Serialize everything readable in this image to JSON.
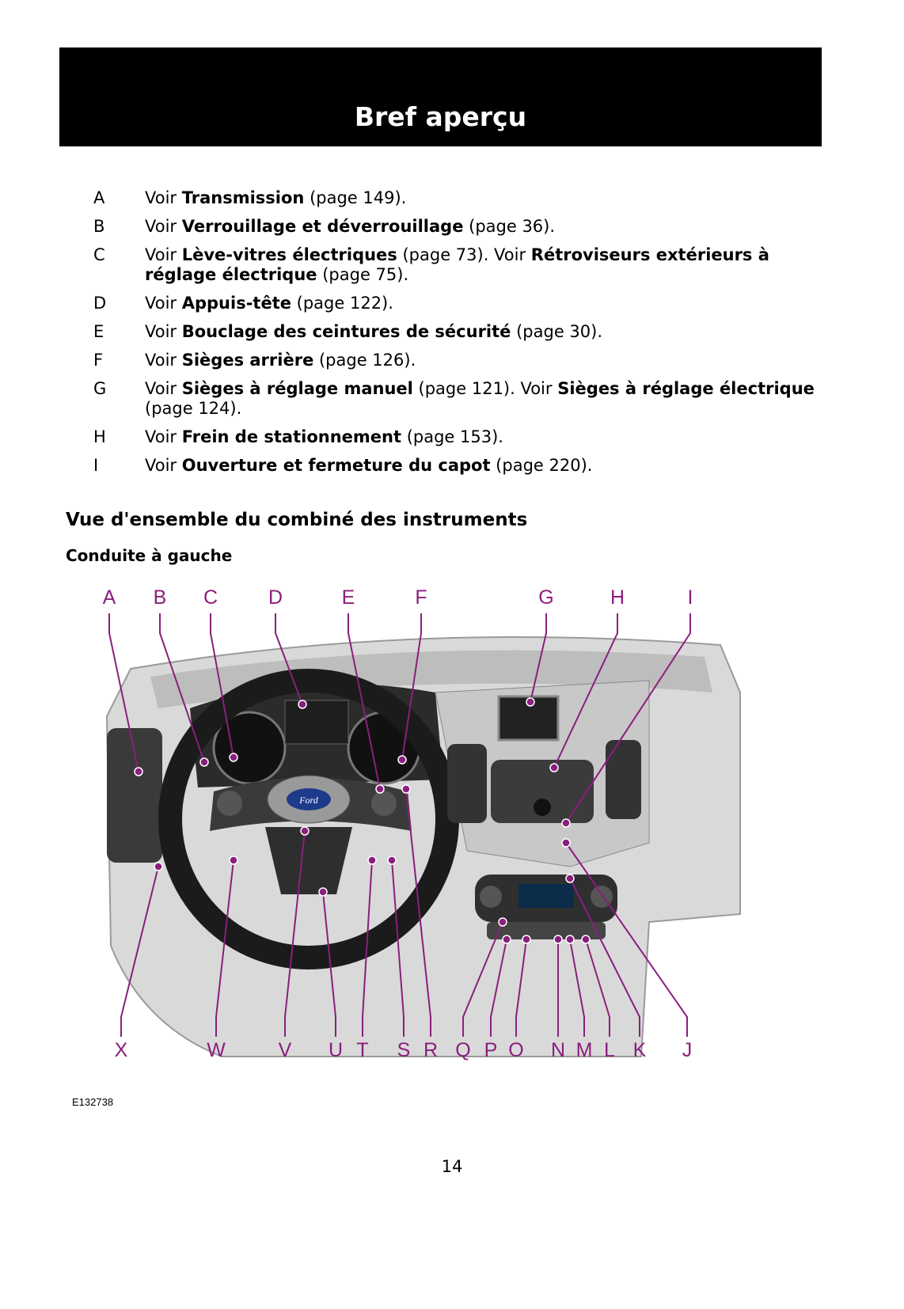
{
  "header": {
    "title": "Bref aperçu"
  },
  "items": [
    {
      "letter": "A",
      "parts": [
        {
          "t": "Voir "
        },
        {
          "t": "Transmission",
          "b": true
        },
        {
          "t": " (page 149)."
        }
      ]
    },
    {
      "letter": "B",
      "parts": [
        {
          "t": "Voir "
        },
        {
          "t": "Verrouillage et déverrouillage",
          "b": true
        },
        {
          "t": " (page 36)."
        }
      ]
    },
    {
      "letter": "C",
      "parts": [
        {
          "t": "Voir "
        },
        {
          "t": "Lève-vitres électriques",
          "b": true
        },
        {
          "t": " (page 73).  Voir "
        },
        {
          "t": "Rétroviseurs extérieurs à réglage électrique",
          "b": true
        },
        {
          "t": " (page 75)."
        }
      ]
    },
    {
      "letter": "D",
      "parts": [
        {
          "t": "Voir "
        },
        {
          "t": "Appuis-tête",
          "b": true
        },
        {
          "t": " (page 122)."
        }
      ]
    },
    {
      "letter": "E",
      "parts": [
        {
          "t": "Voir "
        },
        {
          "t": "Bouclage des ceintures de sécurité",
          "b": true
        },
        {
          "t": " (page 30)."
        }
      ]
    },
    {
      "letter": "F",
      "parts": [
        {
          "t": "Voir "
        },
        {
          "t": "Sièges arrière",
          "b": true
        },
        {
          "t": " (page 126)."
        }
      ]
    },
    {
      "letter": "G",
      "parts": [
        {
          "t": "Voir "
        },
        {
          "t": "Sièges à réglage manuel",
          "b": true
        },
        {
          "t": " (page 121).  Voir "
        },
        {
          "t": "Sièges à réglage électrique",
          "b": true
        },
        {
          "t": " (page 124)."
        }
      ]
    },
    {
      "letter": "H",
      "parts": [
        {
          "t": "Voir "
        },
        {
          "t": "Frein de stationnement",
          "b": true
        },
        {
          "t": " (page 153)."
        }
      ]
    },
    {
      "letter": "I",
      "parts": [
        {
          "t": "Voir "
        },
        {
          "t": "Ouverture et fermeture du capot",
          "b": true
        },
        {
          "t": " (page 220)."
        }
      ]
    }
  ],
  "section_title": "Vue d'ensemble du combiné des instruments",
  "subsection_title": "Conduite à gauche",
  "figure": {
    "id": "E132738",
    "label_color": "#8a1f7d",
    "top_labels": [
      "A",
      "B",
      "C",
      "D",
      "E",
      "F",
      "G",
      "H",
      "I"
    ],
    "bottom_labels": [
      "X",
      "W",
      "V",
      "U",
      "T",
      "S",
      "R",
      "Q",
      "P",
      "O",
      "N",
      "M",
      "L",
      "K",
      "J"
    ],
    "logo_text": "Ford"
  },
  "page_number": "14"
}
